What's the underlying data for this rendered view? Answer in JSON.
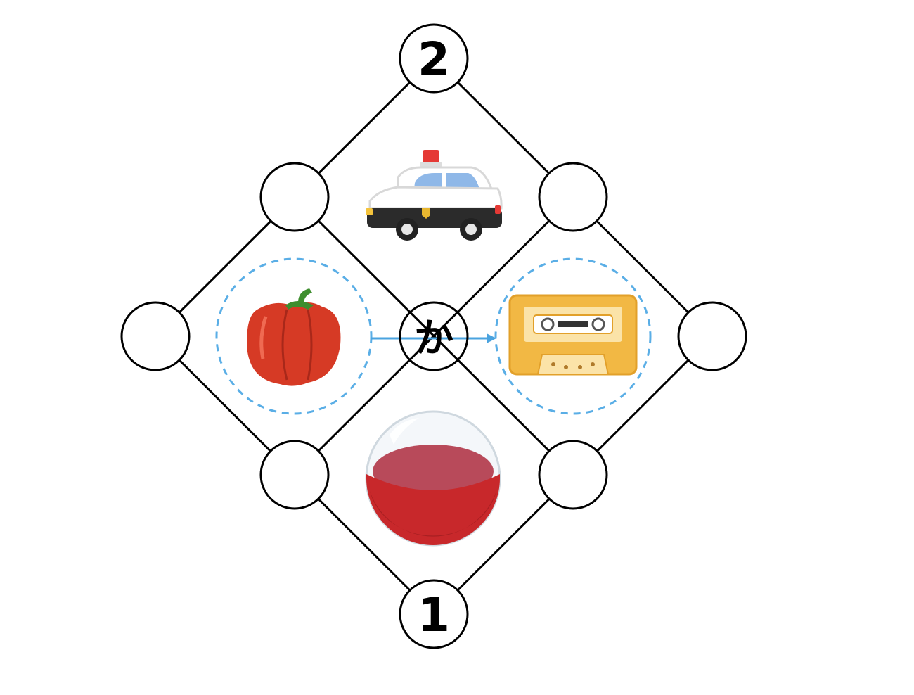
{
  "puzzle": {
    "start_label": "1",
    "end_label": "2",
    "center_char": "か",
    "nodes": {
      "top_left": "",
      "top_right": "",
      "left": "",
      "right": "",
      "bottom_left": "",
      "bottom_right": ""
    },
    "pictures": {
      "top": "police-car",
      "left": "red-bell-pepper",
      "right": "cassette-tape",
      "bottom": "capsule-toy"
    },
    "hint_arrow": {
      "from": "red-bell-pepper",
      "to": "cassette-tape",
      "color": "#4aa3df"
    }
  },
  "colors": {
    "line": "#000000",
    "highlight_ring": "#5aaee6",
    "pepper": "#d63a25",
    "pepper_stem": "#3e8e2e",
    "tape_body": "#f2b844",
    "capsule_red": "#c8282b",
    "capsule_inner": "#b84a5a",
    "police_black": "#2b2b2b",
    "police_light": "#e53935"
  }
}
